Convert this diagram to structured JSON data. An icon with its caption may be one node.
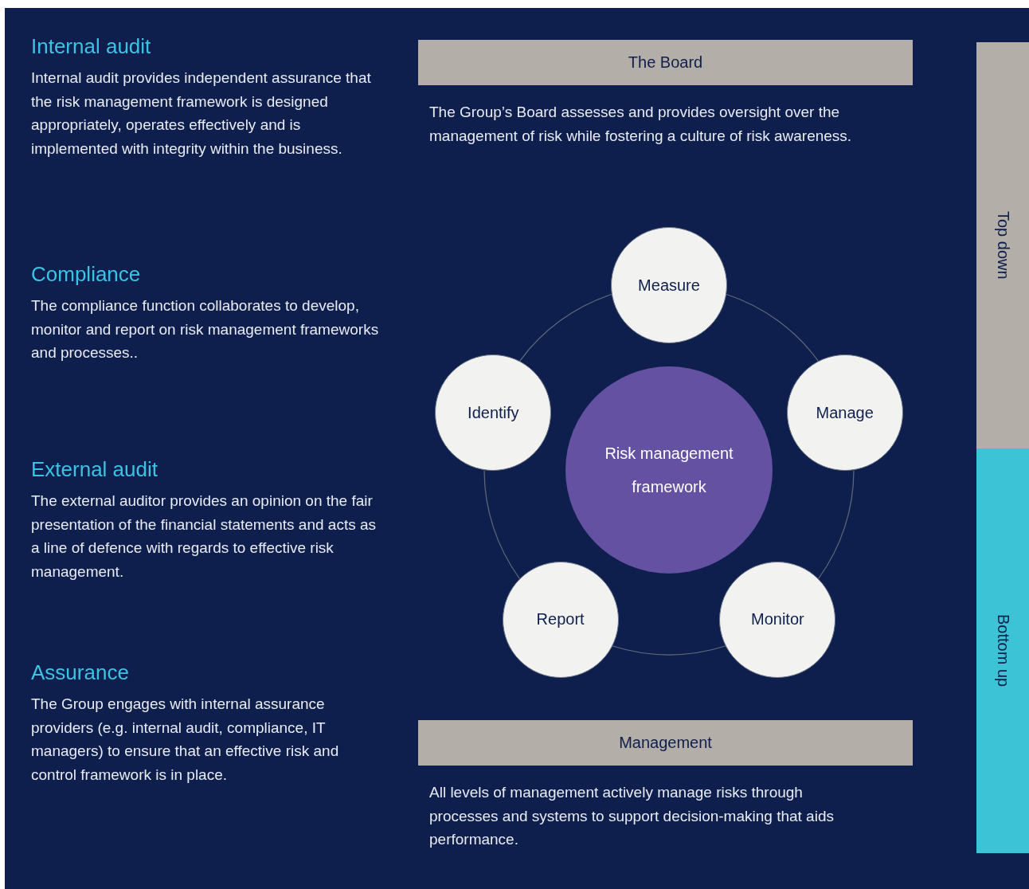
{
  "diagram": {
    "nodes": [
      {
        "text": [
          "The Board"
        ],
        "beside": [
          "The Group’s Board assesses and provides oversight over the management of risk while fostering a culture of risk awareness."
        ]
      },
      {
        "text": [
          "Top down"
        ]
      },
      {
        "text": [
          "Measure"
        ]
      },
      {
        "text": [
          "Identify"
        ]
      },
      {
        "text": [
          "Risk management framework"
        ]
      },
      {
        "text": [
          "Manage"
        ]
      },
      {
        "text": [
          "Report"
        ]
      },
      {
        "text": [
          "Monitor"
        ]
      },
      {
        "text": [
          "Management"
        ],
        "beside": [
          "All levels of management actively manage risks through processes and systems to support decision-making that aids performance."
        ]
      },
      {
        "text": [
          "Bottom up"
        ]
      }
    ],
    "edges": [
      {
        "from": 2,
        "to": 5,
        "arrow": "none"
      },
      {
        "from": 5,
        "to": 7,
        "arrow": "none"
      },
      {
        "from": 7,
        "to": 6,
        "arrow": "none"
      },
      {
        "from": 6,
        "to": 3,
        "arrow": "none"
      },
      {
        "from": 3,
        "to": 2,
        "arrow": "none"
      }
    ],
    "labels": [
      "Internal audit",
      "Internal audit provides independent assurance that the risk management framework is designed appropriately, operates effectively and is implemented with integrity within the business.",
      "Compliance",
      "The compliance function collaborates to develop, monitor and report on risk management frameworks and processes..",
      "External audit",
      "The external auditor provides an opinion on the fair presentation of the financial statements and acts as a line of defence with regards to effective risk management.",
      "Assurance",
      "The Group engages with internal assurance providers (e.g. internal audit, compliance, IT managers) to ensure that an effective risk and control framework is in place."
    ]
  }
}
